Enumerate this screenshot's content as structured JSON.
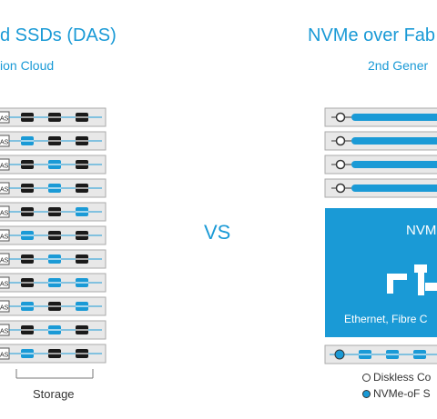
{
  "left": {
    "title": "d SSDs (DAS)",
    "subtitle": "ion Cloud",
    "server_label": "AS",
    "storage_label": "Storage",
    "servers": [
      [
        "black",
        "black",
        "black"
      ],
      [
        "blue",
        "black",
        "black"
      ],
      [
        "black",
        "blue",
        "black"
      ],
      [
        "black",
        "blue",
        "black"
      ],
      [
        "black",
        "black",
        "blue"
      ],
      [
        "blue",
        "black",
        "black"
      ],
      [
        "black",
        "blue",
        "black"
      ],
      [
        "black",
        "blue",
        "blue"
      ],
      [
        "blue",
        "black",
        "blue"
      ],
      [
        "black",
        "blue",
        "black"
      ],
      [
        "blue",
        "black",
        "black"
      ]
    ]
  },
  "vs_label": "VS",
  "right": {
    "title": "NVMe over Fab",
    "subtitle": "2nd Gener",
    "fabric": {
      "label": "NVM",
      "sublabel": "Ethernet, Fibre C"
    },
    "legend": {
      "diskless": "Diskless Co",
      "nvmeof": "NVMe-oF S"
    },
    "compute_nodes": 4,
    "storage_drives": 4
  },
  "colors": {
    "accent": "#1a9ad6",
    "drive_black": "#1a1a1a",
    "rack_fill": "#e8e8e8",
    "rack_stroke": "#aaaaaa"
  }
}
